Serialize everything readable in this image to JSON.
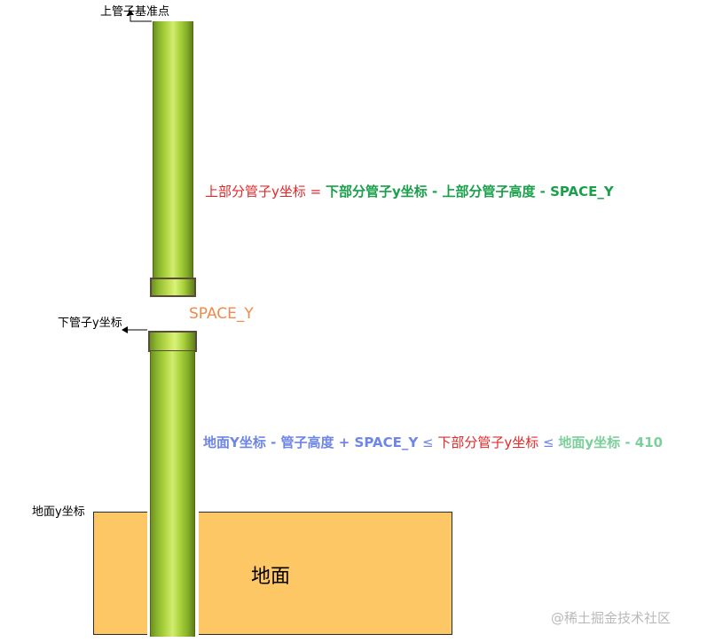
{
  "labels": {
    "upper_pipe_base": "上管子基准点",
    "lower_pipe_y": "下管子y坐标",
    "ground_y": "地面y坐标",
    "space_y": "SPACE_Y",
    "ground": "地面"
  },
  "formula1": {
    "lhs": "上部分管子y坐标",
    "eq": " = ",
    "rhs": "下部分管子y坐标 - 上部分管子高度 - SPACE_Y"
  },
  "formula2": {
    "part1": "地面Y坐标 - 管子高度 + SPACE_Y",
    "le1": " ≤ ",
    "part2": "下部分管子y坐标",
    "le2": " ≤ ",
    "part3": "地面y坐标 - 410"
  },
  "watermark": "@稀土掘金技术社区",
  "colors": {
    "pipe_green": "#a8d13a",
    "ground": "#fdc766",
    "space_y_label": "#f08a4b",
    "red": "#e02a2a",
    "green": "#1aa04a",
    "blue": "#6d86e8"
  }
}
